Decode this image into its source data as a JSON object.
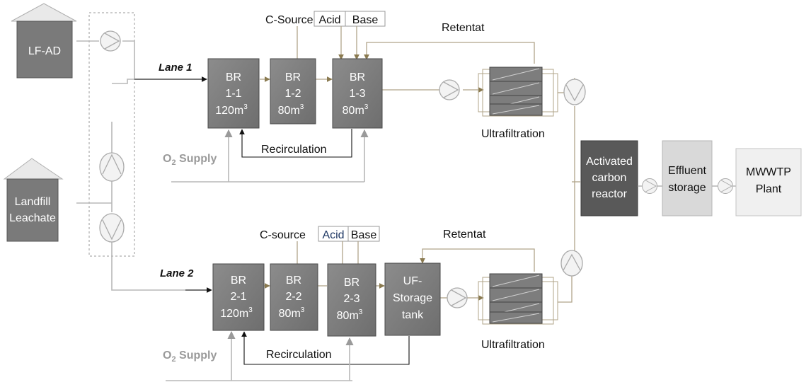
{
  "sources": {
    "lfad": "LF-AD",
    "leachate_line1": "Landfill",
    "leachate_line2": "Leachate"
  },
  "lanes": {
    "lane1": "Lane 1",
    "lane2": "Lane 2"
  },
  "lane1": {
    "dosing": {
      "csource": "C-Source",
      "acid": "Acid",
      "base": "Base"
    },
    "reactors": [
      {
        "name": "BR",
        "id": "1-1",
        "volume": "120m",
        "unit_sup": "3"
      },
      {
        "name": "BR",
        "id": "1-2",
        "volume": "80m",
        "unit_sup": "3"
      },
      {
        "name": "BR",
        "id": "1-3",
        "volume": "80m",
        "unit_sup": "3"
      }
    ],
    "retentat": "Retentat",
    "recirculation": "Recirculation",
    "o2_supply_o": "O",
    "o2_supply_sub": "2",
    "o2_supply_rest": " Supply",
    "ultrafiltration": "Ultrafiltration"
  },
  "lane2": {
    "dosing": {
      "csource": "C-source",
      "acid": "Acid",
      "base": "Base"
    },
    "reactors": [
      {
        "name": "BR",
        "id": "2-1",
        "volume": "120m",
        "unit_sup": "3"
      },
      {
        "name": "BR",
        "id": "2-2",
        "volume": "80m",
        "unit_sup": "3"
      },
      {
        "name": "BR",
        "id": "2-3",
        "volume": "80m",
        "unit_sup": "3"
      }
    ],
    "uf_storage": [
      "UF-",
      "Storage",
      "tank"
    ],
    "retentat": "Retentat",
    "recirculation": "Recirculation",
    "o2_supply_o": "O",
    "o2_supply_sub": "2",
    "o2_supply_rest": " Supply",
    "ultrafiltration": "Ultrafiltration"
  },
  "downstream": {
    "activated_carbon": [
      "Activated",
      "carbon",
      "reactor"
    ],
    "effluent": [
      "Effluent",
      "storage"
    ],
    "mwwtp": [
      "MWWTP",
      "Plant"
    ]
  },
  "colors": {
    "reactor": "#808080",
    "reactor_dark": "#5e5e5e",
    "activated_carbon": "#595959",
    "effluent": "#d9d9d9",
    "mwwtp": "#f0f0f0",
    "acid_lane2": "#1f3864"
  }
}
